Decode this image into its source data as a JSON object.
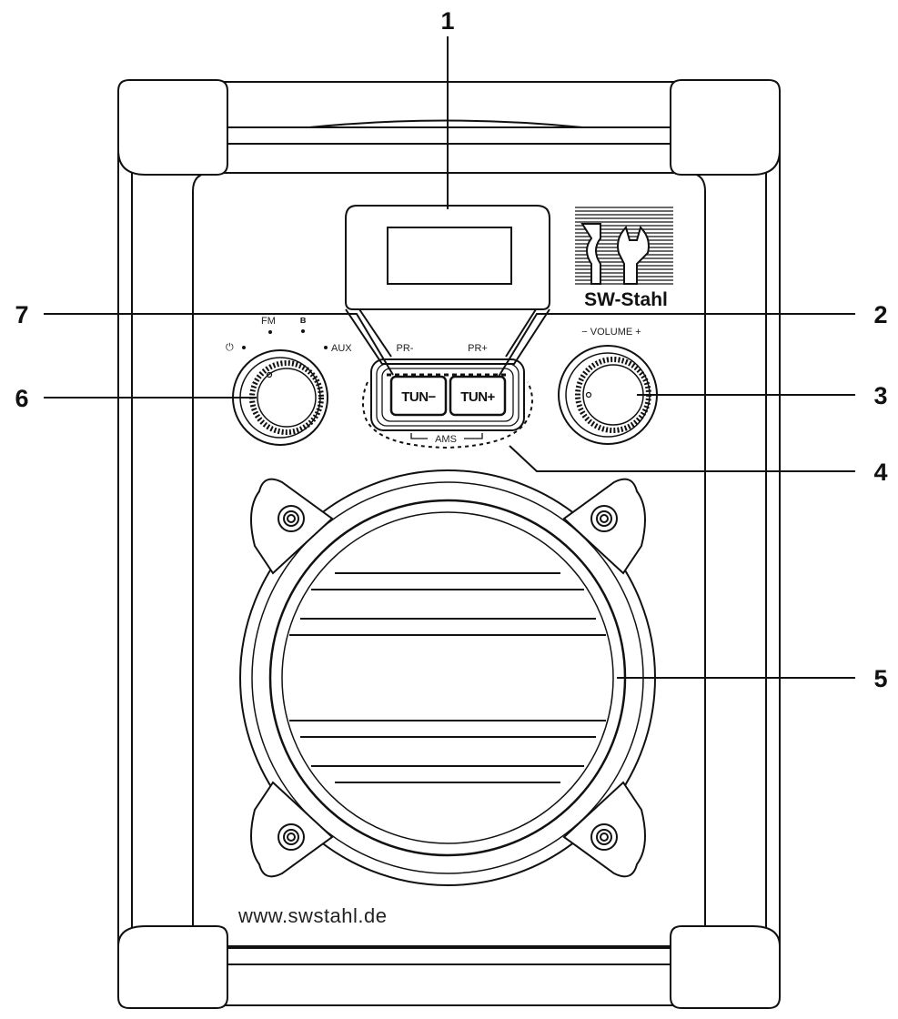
{
  "callouts": {
    "display": "1",
    "preset_buttons": "2",
    "volume_knob": "3",
    "ams": "4",
    "speaker": "5",
    "mode_knob": "6",
    "tune_buttons": "7"
  },
  "mode_knob": {
    "power_symbol": "⏻",
    "fm": "FM",
    "bluetooth": "ʙ",
    "aux": "AUX"
  },
  "buttons": {
    "pr_minus": "PR-",
    "pr_plus": "PR+",
    "tun_minus": "TUN−",
    "tun_plus": "TUN+",
    "ams": "AMS"
  },
  "volume": {
    "label": "− VOLUME +"
  },
  "brand": {
    "name": "SW-Stahl",
    "website": "www.swstahl.de"
  },
  "colors": {
    "line": "#111111",
    "background": "#ffffff"
  },
  "icons": {
    "logo": "sw-stahl-wrench-logo-icon",
    "bluetooth": "bluetooth-icon",
    "power": "power-icon"
  }
}
